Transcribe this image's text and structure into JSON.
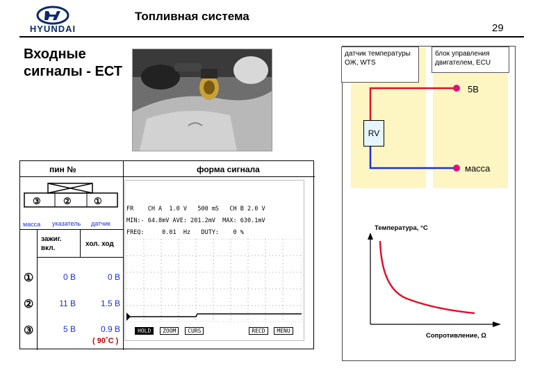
{
  "header": {
    "brand": "HYUNDAI",
    "title": "Топливная система",
    "page_number": "29"
  },
  "heading": "Входные сигналы - ЕСТ",
  "table": {
    "col1_header": "пин №",
    "col2_header": "форма сигнала",
    "connector_pins": [
      "③",
      "②",
      "①"
    ],
    "connector_labels": [
      "масса",
      "указатель",
      "датчик"
    ],
    "sub_headers": [
      "зажиг. вкл.",
      "хол. ход"
    ],
    "rows": [
      {
        "pin": "①",
        "ign_on": "0 В",
        "idle": "0 В"
      },
      {
        "pin": "②",
        "ign_on": "11 В",
        "idle": "1.5 В"
      },
      {
        "pin": "③",
        "ign_on": "5 В",
        "idle": "0.9 В"
      }
    ],
    "note": "( 90˚C )"
  },
  "scope": {
    "line1": "FR    CH A  1.0 V   500 mS   CH B 2.0 V",
    "line2": "MIN:- 64.8mV AVE: 201.2mV  MAX: 630.1mV",
    "line3": "FREQ:     0.01  Hz   DUTY:    0 %",
    "buttons": [
      "HOLD",
      "ZOOM",
      "CURS",
      "RECD",
      "MENU"
    ]
  },
  "diagram": {
    "sensor_label": "датчик температуры ОЖ, WTS",
    "ecu_label": "блок управления двигателем, ECU",
    "resistor": "RV",
    "v5": "5В",
    "ground": "масса",
    "graph_ylabel": "Температура, °С",
    "graph_xlabel": "Сопротивление, Ω"
  },
  "colors": {
    "brand": "#0a2a6b",
    "accent_blue": "#1a2fd6",
    "note_red": "#c00000",
    "wire_red": "#e0102a",
    "wire_blue": "#1a2fd6",
    "panel_yellow": "#fdf6c3"
  }
}
